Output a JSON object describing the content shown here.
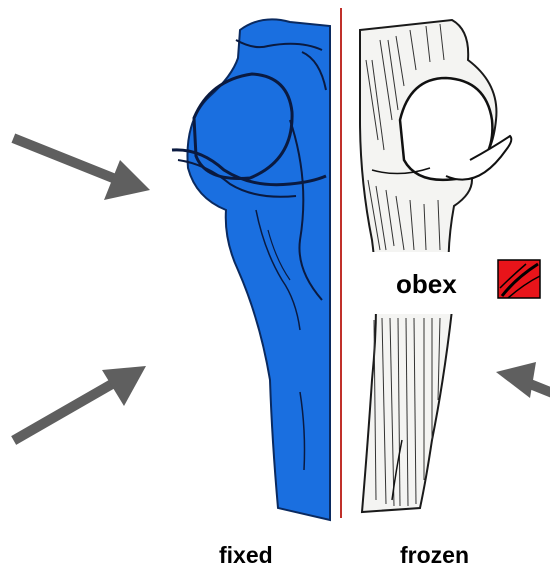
{
  "labels": {
    "obex": "obex",
    "fixed": "fixed",
    "frozen": "frozen"
  },
  "colors": {
    "fixed_tissue": "#1a6fe0",
    "divider": "#c0302a",
    "arrow": "#5f5f5f",
    "obex_marker": "#e8141a",
    "ink": "#000000"
  },
  "icons": {
    "obex_marker": "red-hatched-square-icon",
    "arrows": "pointer-arrow-icon"
  }
}
